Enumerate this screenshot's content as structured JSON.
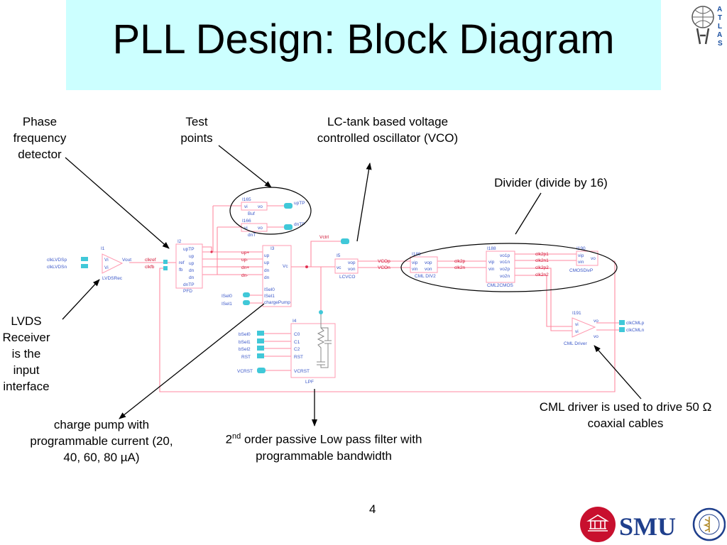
{
  "slide": {
    "title": "PLL Design: Block Diagram",
    "page_number": "4"
  },
  "annotations": {
    "pfd": "Phase frequency detector",
    "test_points": "Test points",
    "vco": "LC-tank based voltage controlled oscillator (VCO)",
    "divider": "Divider (divide by 16)",
    "lvds": "LVDS Receiver is the input interface",
    "cml": "CML driver is used to drive 50 Ω coaxial cables",
    "charge_pump": "charge pump with programmable current (20, 40, 60, 80 µA)",
    "lpf_pre": "2",
    "lpf_sup": "nd",
    "lpf_rest": " order passive  Low pass filter with programmable bandwidth"
  },
  "schematic": {
    "inputs": [
      "clkLVDSp",
      "clkLVDSn"
    ],
    "lvds": {
      "id": "I1",
      "name": "LVDSRec",
      "pins": [
        "Vi",
        "Vi",
        "Vout"
      ]
    },
    "pfd": {
      "id": "I2",
      "name": "PFD",
      "pins": [
        "upTP",
        "up",
        "ref",
        "fb",
        "up",
        "dn",
        "dn",
        "dnTP"
      ],
      "nets": [
        "clkref",
        "clkfb"
      ]
    },
    "buf1": {
      "id": "I165",
      "name": "Buf",
      "pins": [
        "vi",
        "vo"
      ],
      "out": "upTP"
    },
    "buf2": {
      "id": "I166",
      "name": "dnT",
      "pins": [
        "vi",
        "vo"
      ],
      "out": "dnTP"
    },
    "cp": {
      "id": "I3",
      "name": "chargePump",
      "pins": [
        "up",
        "up",
        "dn",
        "dn",
        "ISel0",
        "ISel1",
        "Vc"
      ],
      "nets": [
        "up+",
        "up-",
        "dn+",
        "dn-"
      ],
      "sel": [
        "ISel0",
        "ISel1"
      ]
    },
    "vctrl": "Vctrl",
    "vco": {
      "id": "I5",
      "name": "LCVCO",
      "pins": [
        "vc",
        "vop",
        "von"
      ],
      "nets": [
        "VCOp",
        "VCOn"
      ]
    },
    "div2": {
      "id": "I189",
      "name": "CML DIV2",
      "pins": [
        "vip",
        "vop",
        "vin",
        "von"
      ],
      "nets": [
        "clk2p",
        "clk2n"
      ]
    },
    "div8": {
      "id": "I188",
      "name": "CML2CMOS",
      "pins": [
        "vo1p",
        "vip",
        "vo1n",
        "vin",
        "vo2p",
        "vo2n"
      ],
      "nets": [
        "clk2p1",
        "clk2n1",
        "clk2p2",
        "clk2n2"
      ]
    },
    "cmos": {
      "id": "I190",
      "name": "CMOSDivP",
      "pins": [
        "vip",
        "vin",
        "vo"
      ]
    },
    "cml": {
      "id": "I191",
      "name": "CML Driver",
      "pins": [
        "vi",
        "vi",
        "vo",
        "vo"
      ],
      "outputs": [
        "clkCMLp",
        "clkCMLn"
      ]
    },
    "lpf": {
      "id": "I4",
      "name": "LPF",
      "inputs": [
        "bSel0",
        "bSel1",
        "bSel2",
        "RST",
        "VCRST"
      ],
      "pins": [
        "C0",
        "C1",
        "C2",
        "RST",
        "VCRST"
      ]
    }
  }
}
